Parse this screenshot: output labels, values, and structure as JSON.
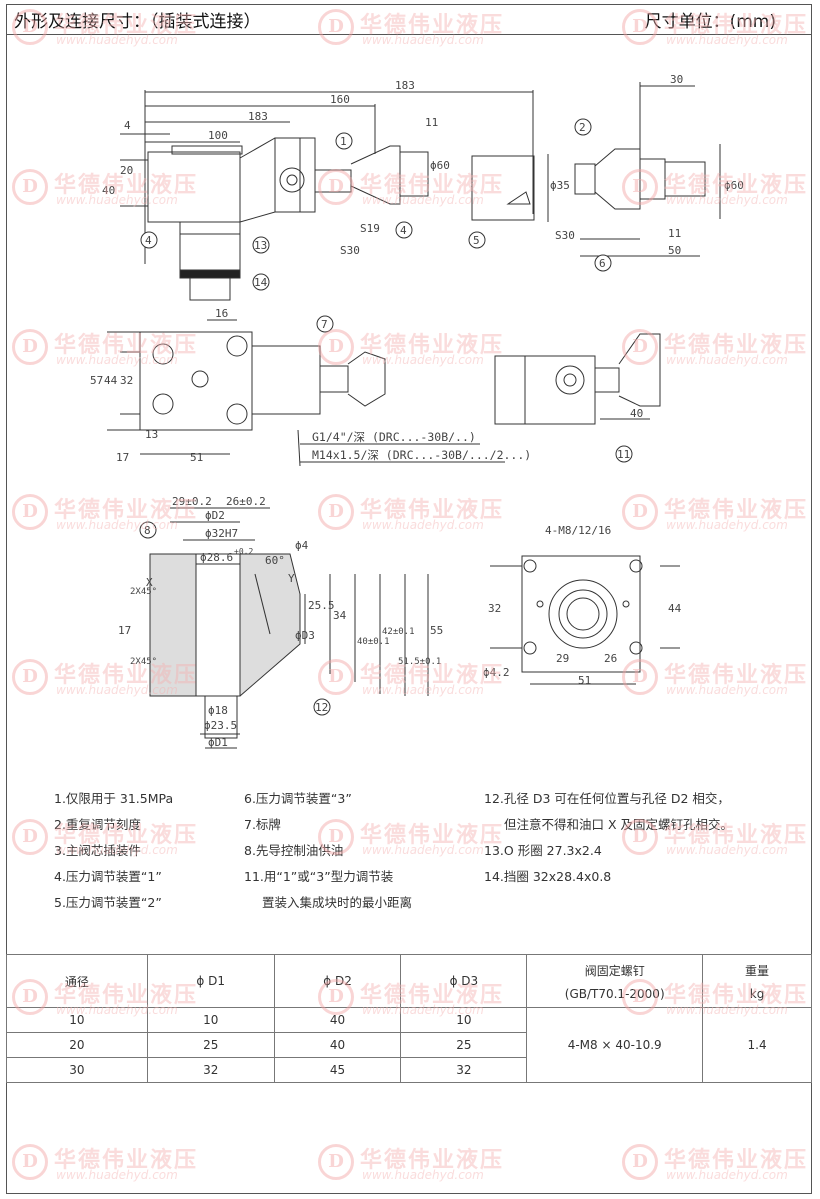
{
  "header": {
    "title": "外形及连接尺寸：（插装式连接）",
    "unit": "尺寸单位：(mm)"
  },
  "drawing": {
    "dims": [
      "183",
      "160",
      "183",
      "100",
      "30",
      "4",
      "20",
      "40",
      "11",
      "ϕ60",
      "S19",
      "S30",
      "ϕ35",
      "S30",
      "11",
      "50",
      "ϕ60",
      "16",
      "57",
      "44",
      "32",
      "13",
      "17",
      "51",
      "40",
      "29±0.2",
      "26±0.2",
      "ϕD2",
      "ϕ32H7",
      "ϕ28.6",
      "+0.2",
      "ϕ4",
      "60°",
      "2X45°",
      "17",
      "2X45°",
      "25.5",
      "34",
      "ϕD3",
      "40±0.1",
      "42±0.1",
      "51.5±0.1",
      "55",
      "ϕ18",
      "ϕ23.5",
      "ϕD1",
      "4-M8/12/16",
      "32",
      "44",
      "29",
      "26",
      "51",
      "ϕ4.2",
      "X",
      "Y"
    ],
    "callouts": [
      "1",
      "2",
      "4",
      "5",
      "6",
      "4",
      "13",
      "14",
      "7",
      "11",
      "8",
      "12"
    ],
    "thread_notes": [
      "G1/4\"/深 (DRC...-30B/..)",
      "M14x1.5/深 (DRC...-30B/.../2...)"
    ]
  },
  "notes": {
    "left": [
      "1.仅限用于 31.5MPa",
      "2.重复调节刻度",
      "3.主阀芯插装件",
      "4.压力调节装置“1”",
      "5.压力调节装置“2”"
    ],
    "middle": [
      "6.压力调节装置“3”",
      "7.标牌",
      "8.先导控制油供油",
      "11.用“1”或“3”型力调节装",
      "置装入集成块时的最小距离"
    ],
    "right": [
      "12.孔径 D3 可在任何位置与孔径 D2 相交，",
      "但注意不得和油口 X 及固定螺钉孔相交。",
      "13.O 形圈 27.3x2.4",
      "14.挡圈 32x28.4x0.8"
    ]
  },
  "table": {
    "headers": [
      "通径",
      "ϕ D1",
      "ϕ D2",
      "ϕ D3",
      "阀固定螺钉",
      "(GB/T70.1-2000)",
      "重量",
      "kg"
    ],
    "rows": [
      [
        "10",
        "10",
        "40",
        "10"
      ],
      [
        "20",
        "25",
        "40",
        "25"
      ],
      [
        "30",
        "32",
        "45",
        "32"
      ]
    ],
    "screw": "4-M8 × 40-10.9",
    "weight": "1.4"
  },
  "watermark": {
    "cn": "华德伟业液压",
    "url": "www.huadehyd.com",
    "logo": "D"
  }
}
